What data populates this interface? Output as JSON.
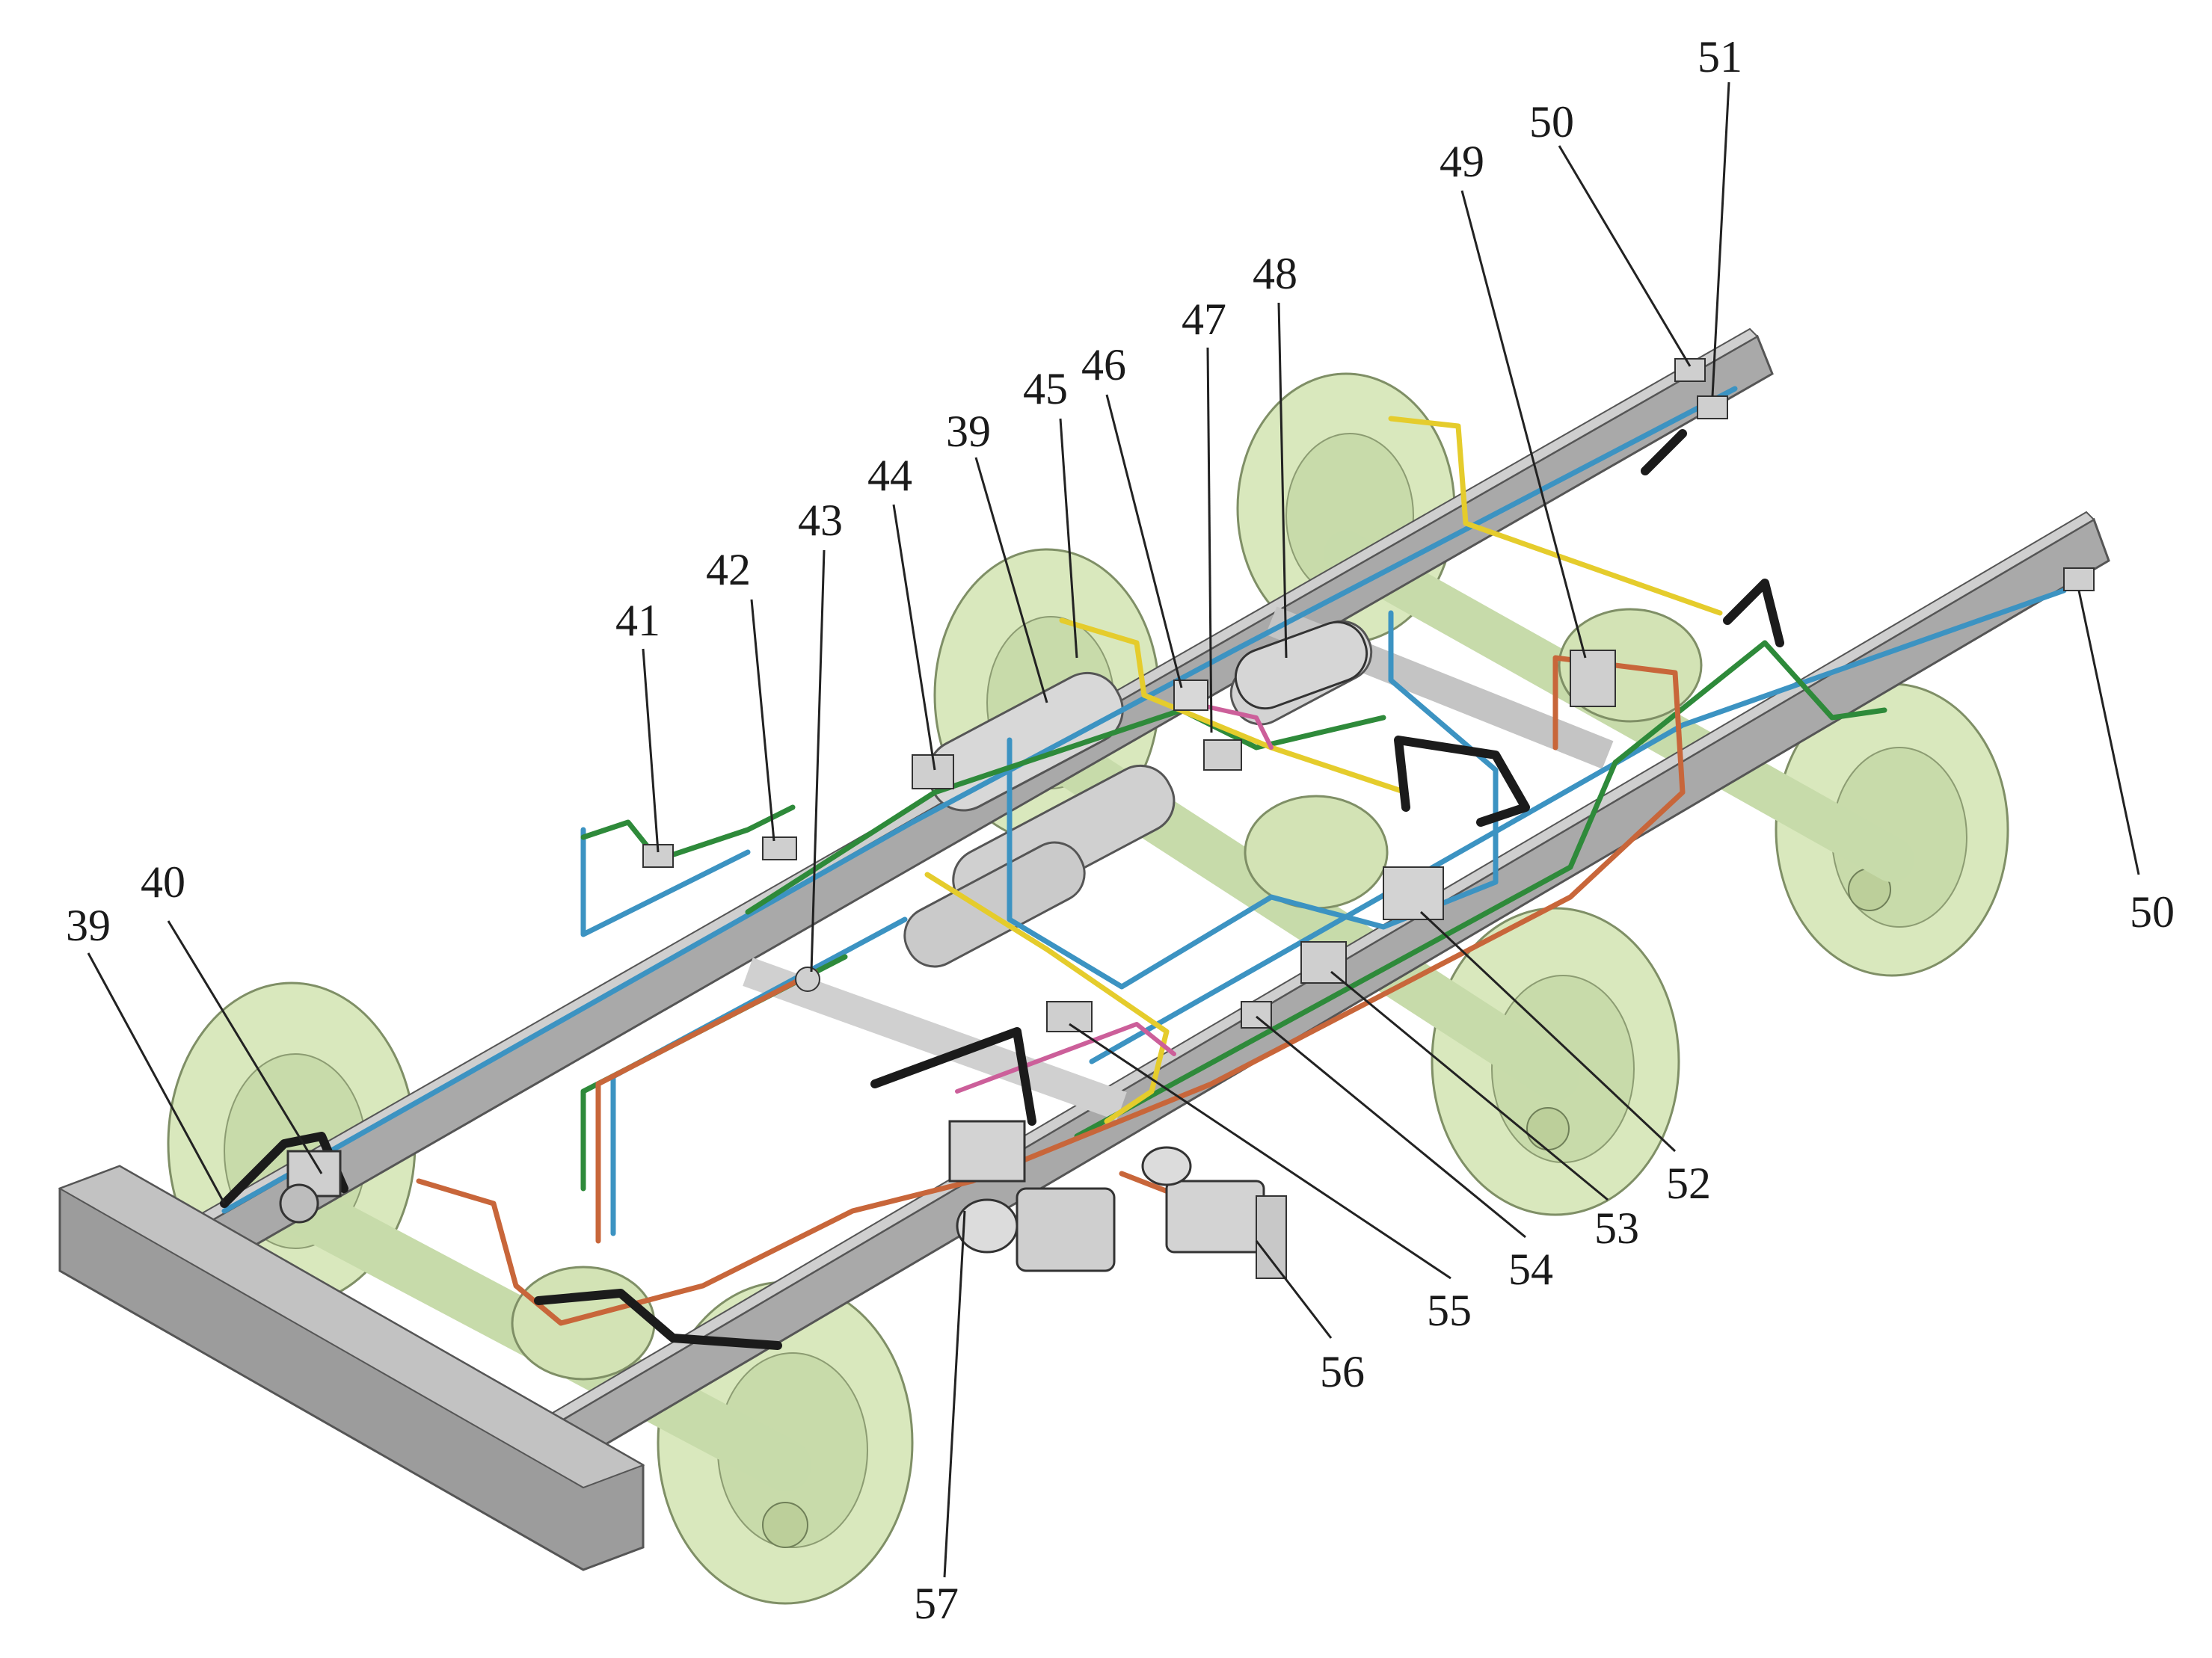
{
  "diagram": {
    "colors": {
      "frame": "#a3a3a3",
      "frame_dark": "#6f6f6f",
      "wheel": "#d9e8bd",
      "wheel_edge": "#7f8f66",
      "line_blue": "#3c93c2",
      "line_green": "#2e8a3a",
      "line_yellow": "#e5cc2c",
      "line_orange": "#c8663a",
      "line_pink": "#cc5f9a",
      "hose_black": "#1b1b1b",
      "tank": "#d8d8d8"
    },
    "callouts": [
      {
        "id": "39-left",
        "label": "39"
      },
      {
        "id": "40",
        "label": "40"
      },
      {
        "id": "41",
        "label": "41"
      },
      {
        "id": "42",
        "label": "42"
      },
      {
        "id": "43",
        "label": "43"
      },
      {
        "id": "44",
        "label": "44"
      },
      {
        "id": "39-center",
        "label": "39"
      },
      {
        "id": "45",
        "label": "45"
      },
      {
        "id": "46",
        "label": "46"
      },
      {
        "id": "47",
        "label": "47"
      },
      {
        "id": "48",
        "label": "48"
      },
      {
        "id": "49",
        "label": "49"
      },
      {
        "id": "50-top",
        "label": "50"
      },
      {
        "id": "51",
        "label": "51"
      },
      {
        "id": "50-right",
        "label": "50"
      },
      {
        "id": "52",
        "label": "52"
      },
      {
        "id": "53",
        "label": "53"
      },
      {
        "id": "54",
        "label": "54"
      },
      {
        "id": "55",
        "label": "55"
      },
      {
        "id": "56",
        "label": "56"
      },
      {
        "id": "57",
        "label": "57"
      }
    ]
  }
}
